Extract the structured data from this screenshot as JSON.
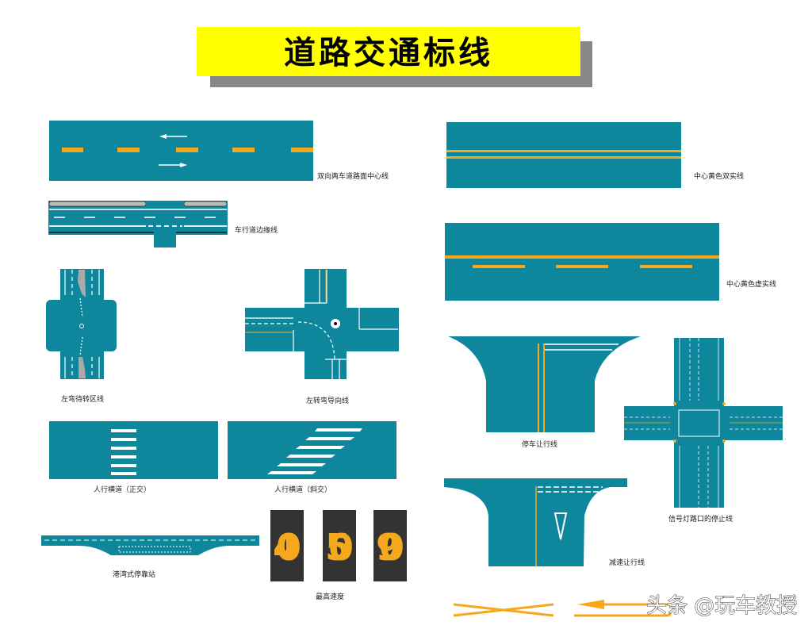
{
  "title": "道路交通标线",
  "colors": {
    "road": "#0e879c",
    "yellow_line": "#f5a81c",
    "title_bg": "#ffff00",
    "shadow": "#888888"
  },
  "diagrams": [
    {
      "label": "双向两车道路面中心线"
    },
    {
      "label": "车行道边缘线"
    },
    {
      "label": "左弯待转区线"
    },
    {
      "label": "左转弯导向线"
    },
    {
      "label": "人行横道（正交）"
    },
    {
      "label": "人行横道（斜交）"
    },
    {
      "label": "港湾式停靠站"
    },
    {
      "label": "最高速度"
    },
    {
      "label": "中心黄色双实线"
    },
    {
      "label": "中心黄色虚实线"
    },
    {
      "label": "停车让行线"
    },
    {
      "label": "信号灯路口的停止线"
    },
    {
      "label": "减速让行线"
    }
  ],
  "speed_limits": [
    "40",
    "50",
    "90"
  ],
  "watermark": "头条 @玩车教授"
}
